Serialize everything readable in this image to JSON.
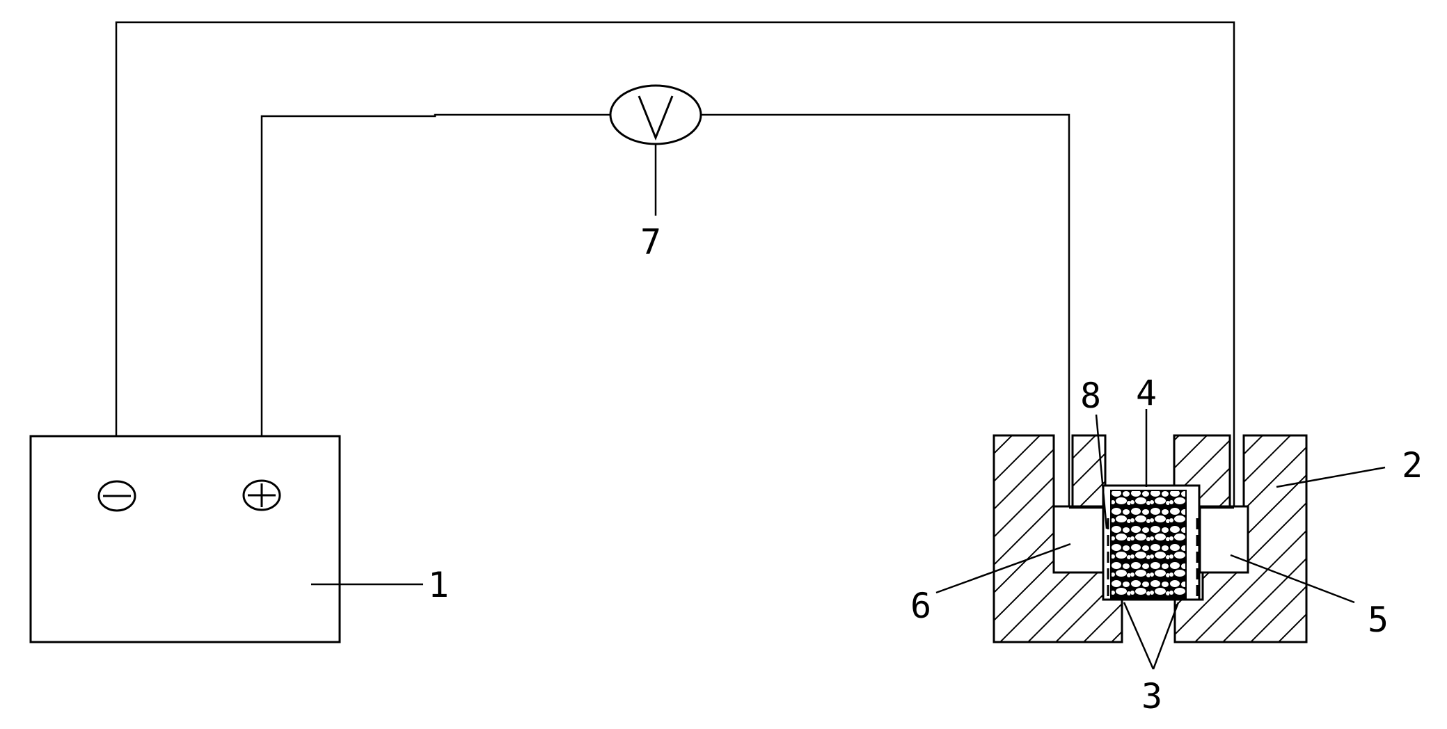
{
  "labels": {
    "power_supply": "1",
    "housing": "2",
    "electrodes": "3",
    "sample": "4",
    "right_chamber": "5",
    "left_chamber": "6",
    "voltmeter": "7",
    "probe": "8"
  },
  "symbols": {
    "negative_terminal": "−",
    "positive_terminal": "+",
    "voltmeter_symbol": "V"
  },
  "colors": {
    "line": "#000000",
    "background": "#ffffff"
  }
}
